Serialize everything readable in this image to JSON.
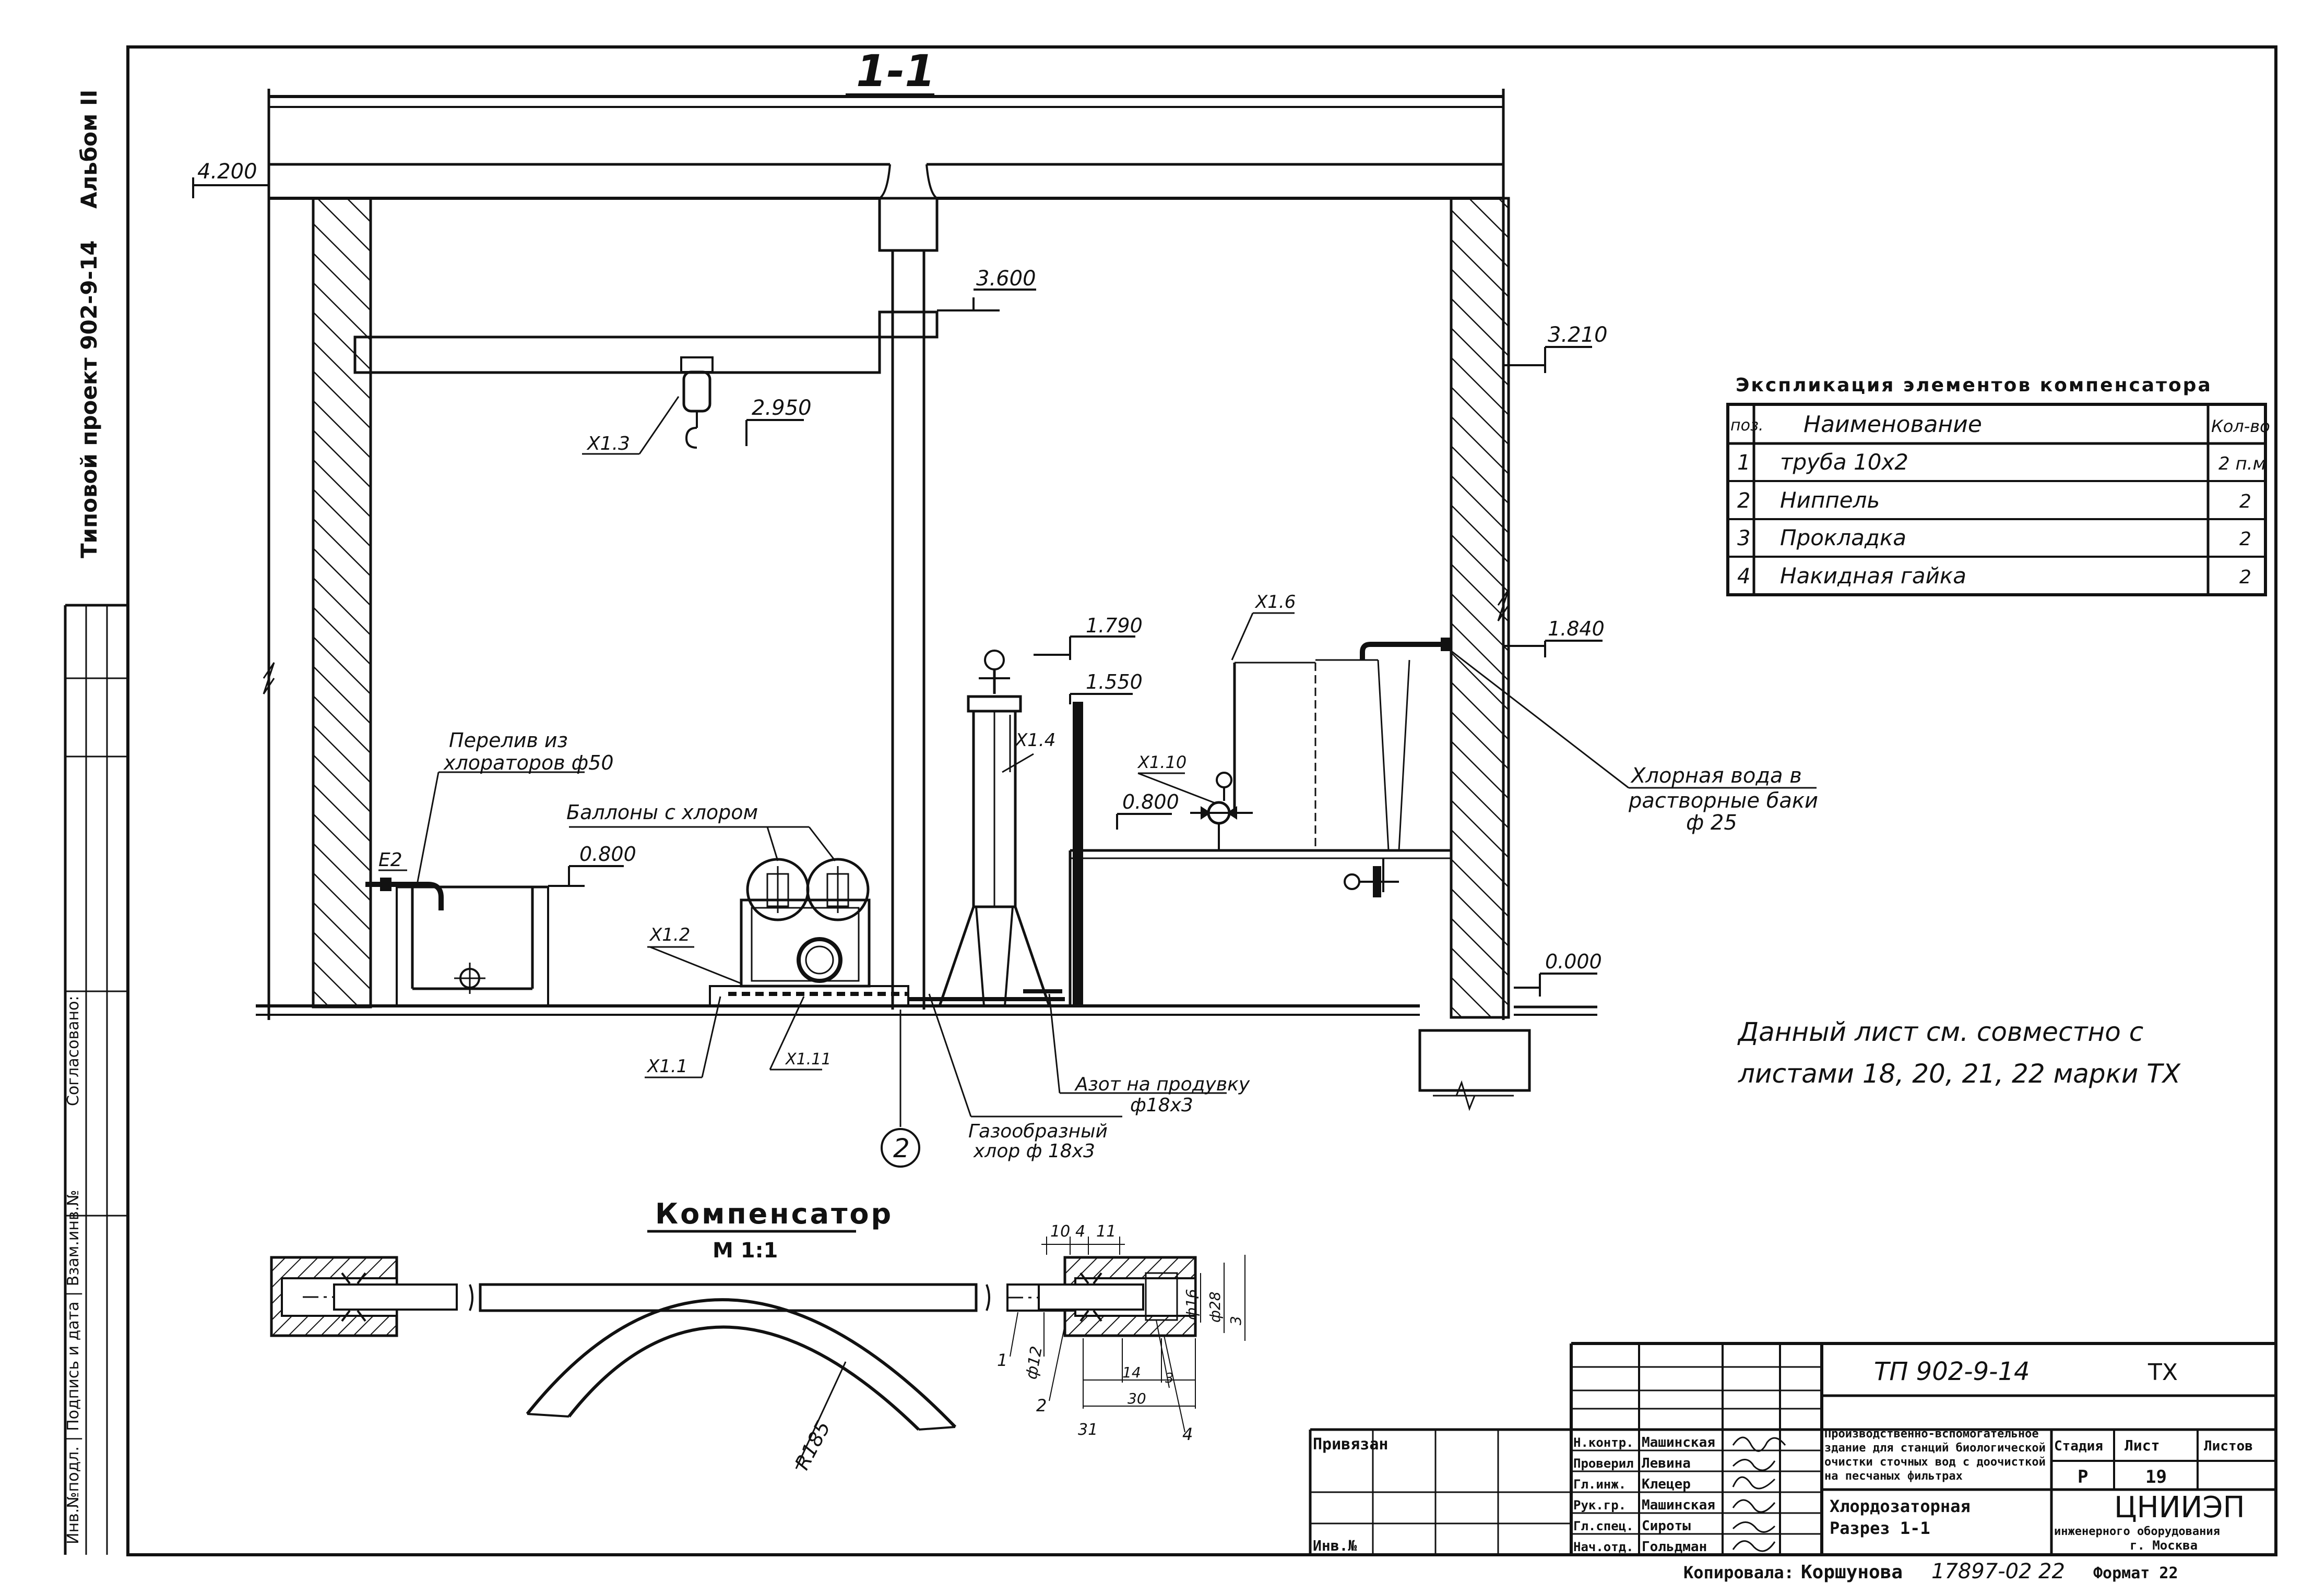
{
  "margin": {
    "project": "Типовой проект 902-9-14",
    "album": "Альбом II",
    "agreed": "Согласовано:",
    "inv_strip": "Инв.№подл. | Подпись и дата | Взам.инв.№"
  },
  "section_title": "1-1",
  "levels": {
    "l4200": "4.200",
    "l3600": "3.600",
    "l3210": "3.210",
    "l2950": "2.950",
    "l1790": "1.790",
    "l1550": "1.550",
    "l1840": "1.840",
    "l0800a": "0.800",
    "l0800b": "0.800",
    "l0000": "0.000"
  },
  "callouts": {
    "x13": "X1.3",
    "x12": "X1.2",
    "x11": "X1.1",
    "x111": "X1.11",
    "x14": "X1.4",
    "x16": "X1.6",
    "x110": "X1.10",
    "e2": "E2",
    "axis": "2",
    "overflow_1": "Перелив из",
    "overflow_2": "хлораторов ф50",
    "cylinders": "Баллоны с хлором",
    "chlor_water_1": "Хлорная вода в",
    "chlor_water_2": "растворные баки",
    "chlor_water_3": "ф 25",
    "nitrogen_1": "Азот на продувку",
    "nitrogen_2": "ф18х3",
    "gas_chlorine_1": "Газообразный",
    "gas_chlorine_2": "хлор ф 18х3"
  },
  "note": {
    "line1": "Данный лист см. совместно с",
    "line2": "листами 18, 20, 21, 22 марки ТХ"
  },
  "spec": {
    "title": "Экспликация элементов компенсатора",
    "headers": [
      "поз.",
      "Наименование",
      "Кол-во"
    ],
    "rows": [
      [
        "1",
        "труба 10х2",
        "2 п.м"
      ],
      [
        "2",
        "Ниппель",
        "2"
      ],
      [
        "3",
        "Прокладка",
        "2"
      ],
      [
        "4",
        "Накидная гайка",
        "2"
      ]
    ]
  },
  "compensator": {
    "title": "Компенсатор",
    "scale": "М 1:1",
    "radius": "R185",
    "dims": {
      "d10": "10",
      "d4": "4",
      "d11": "11",
      "d12": "ф12",
      "d16": "ф16",
      "d28": "ф28",
      "d3": "3",
      "d14": "14",
      "d30": "30",
      "d31": "31",
      "r1": "1",
      "r2": "2",
      "r3": "3",
      "r4": "4"
    }
  },
  "title_block": {
    "code": "ТП 902-9-14",
    "mark": "ТХ",
    "linked": "Привязан",
    "inv_no": "Инв.№",
    "staff": [
      [
        "Н.контр.",
        "Машинская"
      ],
      [
        "Проверил",
        "Левина"
      ],
      [
        "Гл.инж.",
        "Клецер"
      ],
      [
        "Рук.гр.",
        "Машинская"
      ],
      [
        "Гл.спец.",
        "Сироты"
      ],
      [
        "Нач.отд.",
        "Гольдман"
      ]
    ],
    "object_1": "Производственно-вспомогательное",
    "object_2": "здание для станций биологической",
    "object_3": "очистки сточных вод с доочисткой",
    "object_4": "на песчаных фильтрах",
    "sheet_name_1": "Хлордозаторная",
    "sheet_name_2": "Разрез 1-1",
    "stage_h": "Стадия",
    "sheet_h": "Лист",
    "sheets_h": "Листов",
    "stage": "Р",
    "sheet": "19",
    "org_1": "ЦНИИЭП",
    "org_2": "инженерного оборудования",
    "org_3": "г. Москва"
  },
  "footer": {
    "copied_label": "Копировала:",
    "copied_name": "Коршунова",
    "number": "17897-02",
    "num2": "22",
    "format": "Формат 22"
  }
}
